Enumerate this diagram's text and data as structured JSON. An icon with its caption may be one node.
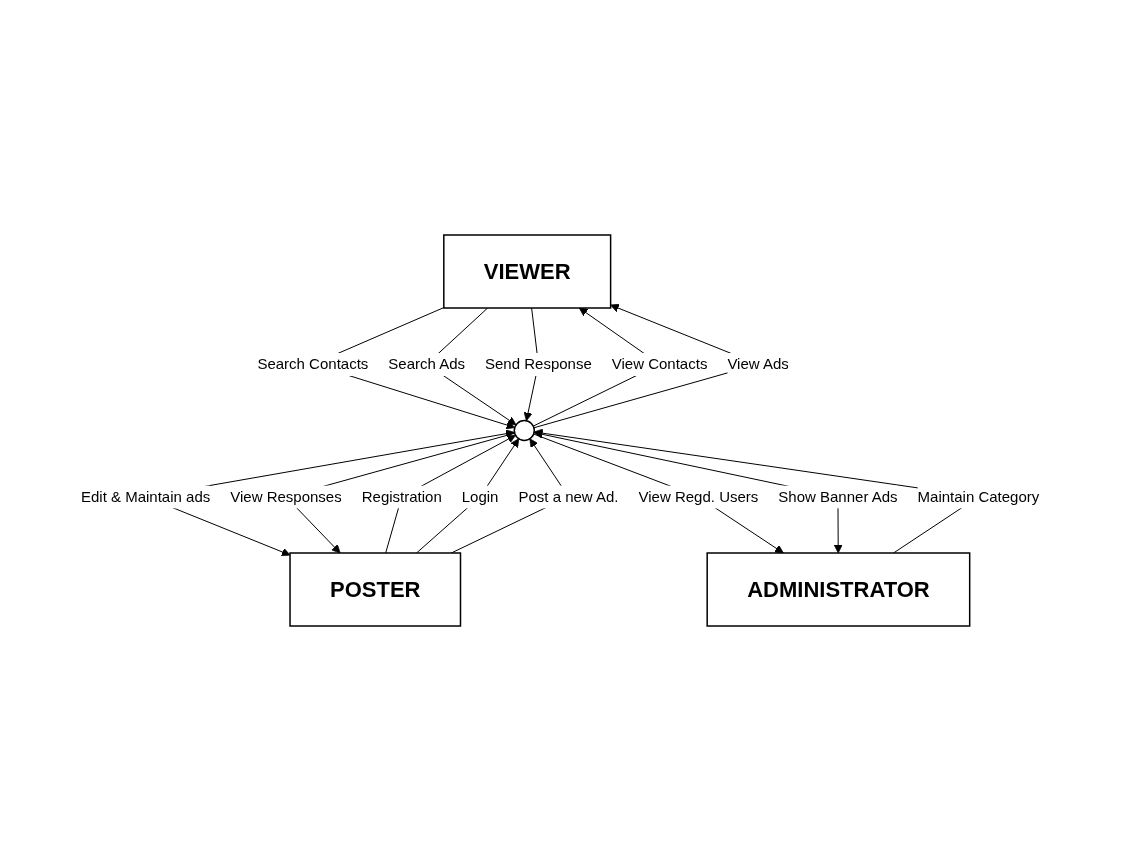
{
  "diagram": {
    "nodes": [
      {
        "text": [
          "VIEWER"
        ]
      },
      {
        "text": [
          "POSTER"
        ]
      },
      {
        "text": [],
        "shape": "circle"
      },
      {
        "text": [
          "ADMINISTRATOR"
        ]
      }
    ],
    "edges": [
      {
        "from": 0,
        "to": 2,
        "label": "Search Contacts",
        "arrow": "to"
      },
      {
        "from": 2,
        "to": 0,
        "label": "View Contacts",
        "arrow": "to"
      },
      {
        "from": 0,
        "to": 2,
        "label": "Search Ads",
        "arrow": "to"
      },
      {
        "from": 2,
        "to": 0,
        "label": "View Ads",
        "arrow": "to"
      },
      {
        "from": 0,
        "to": 2,
        "label": "Send Response",
        "arrow": "to"
      },
      {
        "from": 1,
        "to": 2,
        "label": "Registration",
        "arrow": "to"
      },
      {
        "from": 1,
        "to": 2,
        "label": "Login",
        "arrow": "to"
      },
      {
        "from": 1,
        "to": 2,
        "label": "Post a new Ad.",
        "arrow": "to"
      },
      {
        "from": 2,
        "to": 1,
        "label": "Edit & Maintain ads",
        "arrow": "both"
      },
      {
        "from": 2,
        "to": 1,
        "label": "View Responses",
        "arrow": "to"
      },
      {
        "from": 3,
        "to": 2,
        "label": "Maintain Category",
        "arrow": "to"
      },
      {
        "from": 2,
        "to": 3,
        "label": "View Regd. Users",
        "arrow": "to"
      },
      {
        "from": 2,
        "to": 3,
        "label": "Show Banner Ads",
        "arrow": "both"
      }
    ]
  }
}
